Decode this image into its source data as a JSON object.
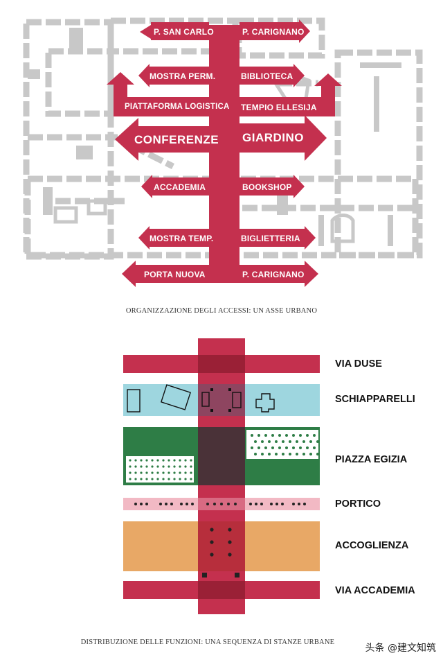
{
  "top_plan": {
    "caption": "ORGANIZZAZIONE DEGLI ACCESSI: UN ASSE URBANO",
    "colors": {
      "axis": "#c4304e",
      "plan": "#c8c8c8"
    },
    "labels": {
      "left": [
        "P. SAN CARLO",
        "MOSTRA PERM.",
        "PIATTAFORMA LOGISTICA",
        "CONFERENZE",
        "ACCADEMIA",
        "MOSTRA TEMP.",
        "PORTA NUOVA"
      ],
      "right": [
        "P. CARIGNANO",
        "BIBLIOTECA",
        "TEMPIO ELLESIJA",
        "GIARDINO",
        "BOOKSHOP",
        "BIGLIETTERIA",
        "P. CARIGNANO"
      ]
    }
  },
  "bottom_diagram": {
    "caption": "DISTRIBUZIONE DELLE FUNZIONI: UNA SEQUENZA DI STANZE URBANE",
    "colors": {
      "red": "#c4304e",
      "cyan": "#9ed6df",
      "green": "#2e7d46",
      "pink": "#f2b9c4",
      "orange": "#e8a866",
      "dark": "#4a3238"
    },
    "bands": [
      {
        "label": "VIA DUSE"
      },
      {
        "label": "SCHIAPPARELLI"
      },
      {
        "label": "PIAZZA EGIZIA"
      },
      {
        "label": "PORTICO"
      },
      {
        "label": "ACCOGLIENZA"
      },
      {
        "label": "VIA ACCADEMIA"
      }
    ]
  },
  "watermark": "头条 @建文知筑"
}
